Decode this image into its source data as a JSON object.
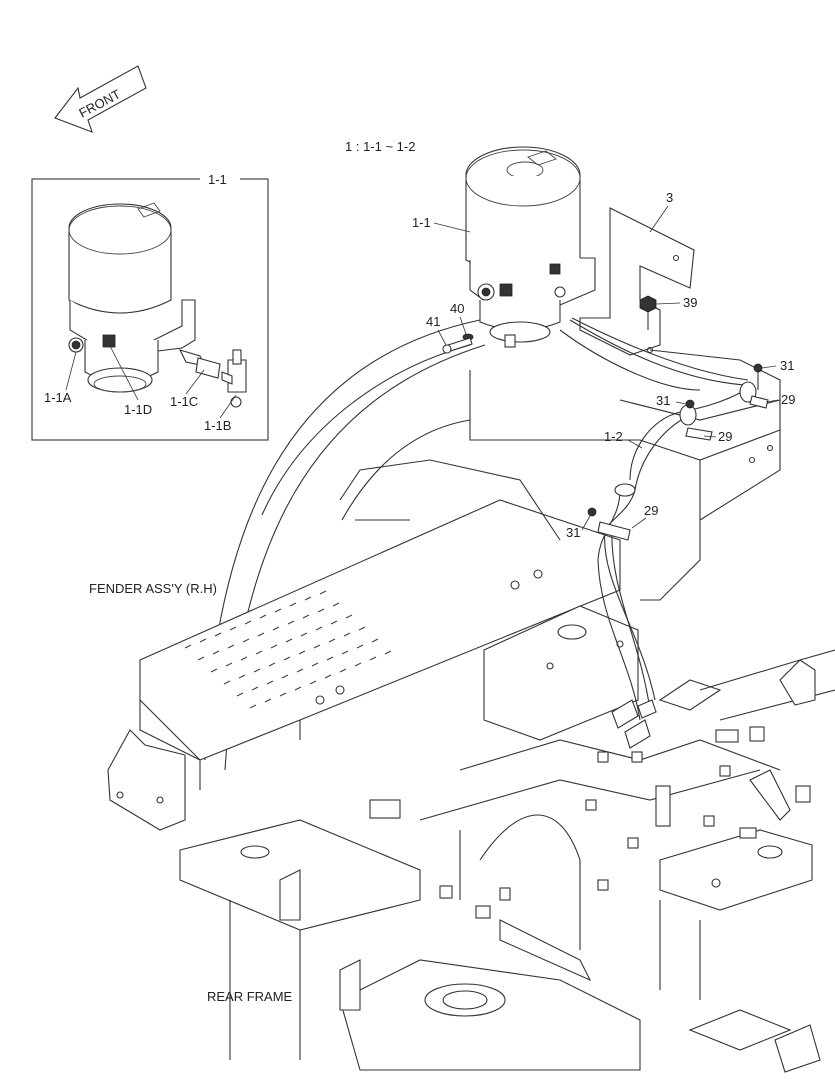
{
  "header": {
    "front_arrow": "FRONT",
    "scale_note": "1 : 1-1 ~ 1-2"
  },
  "inset": {
    "title": "1-1",
    "labels": {
      "a": "1-1A",
      "b": "1-1B",
      "c": "1-1C",
      "d": "1-1D"
    }
  },
  "callouts": {
    "c_1_1": "1-1",
    "c_1_2": "1-2",
    "c_3": "3",
    "c_39": "39",
    "c_40": "40",
    "c_41": "41",
    "c_31_a": "31",
    "c_31_b": "31",
    "c_31_c": "31",
    "c_29_a": "29",
    "c_29_b": "29",
    "c_29_c": "29"
  },
  "assembly_labels": {
    "fender": "FENDER ASS'Y (R.H)",
    "rear_frame": "REAR FRAME"
  }
}
